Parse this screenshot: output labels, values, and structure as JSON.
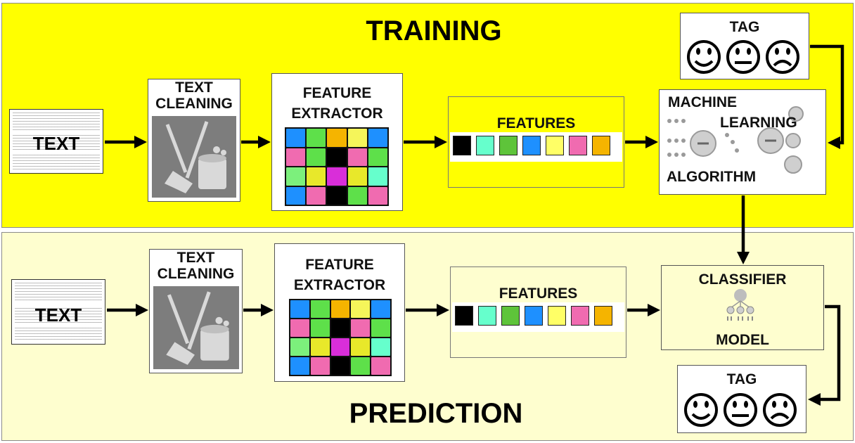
{
  "training": {
    "title": "TRAINING",
    "text_doc": "TEXT",
    "cleaning": [
      "TEXT",
      "CLEANING"
    ],
    "extractor": [
      "FEATURE",
      "EXTRACTOR"
    ],
    "features": "FEATURES",
    "ml": {
      "w1": "MACHINE",
      "w2": "LEARNING",
      "w3": "ALGORITHM"
    },
    "tag": "TAG"
  },
  "prediction": {
    "title": "PREDICTION",
    "text_doc": "TEXT",
    "cleaning": [
      "TEXT",
      "CLEANING"
    ],
    "extractor": [
      "FEATURE",
      "EXTRACTOR"
    ],
    "features": "FEATURES",
    "classifier": {
      "w1": "CLASSIFIER",
      "w2": "MODEL"
    },
    "tag": "TAG"
  },
  "colors": {
    "training_bg": "#ffff00",
    "prediction_bg": "#fefecf",
    "grid_cells": [
      "#1e90ff",
      "#5ee04a",
      "#f5b400",
      "#f5f55a",
      "#1e90ff",
      "#f06bb0",
      "#5ee04a",
      "#000000",
      "#f06bb0",
      "#5ee04a",
      "#7cf07c",
      "#e8e82a",
      "#d92ed9",
      "#e8e82a",
      "#66ffcc",
      "#1e90ff",
      "#f06bb0",
      "#000000",
      "#5ee04a",
      "#f06bb0"
    ],
    "feature_swatches": [
      "#000000",
      "#66ffcc",
      "#5ec43a",
      "#1e90ff",
      "#ffff66",
      "#f06bb0",
      "#f5b400"
    ]
  },
  "icons": [
    "broom-bucket-icon",
    "smiley-happy-icon",
    "smiley-neutral-icon",
    "smiley-sad-icon",
    "neural-net-icon",
    "tree-model-icon"
  ]
}
